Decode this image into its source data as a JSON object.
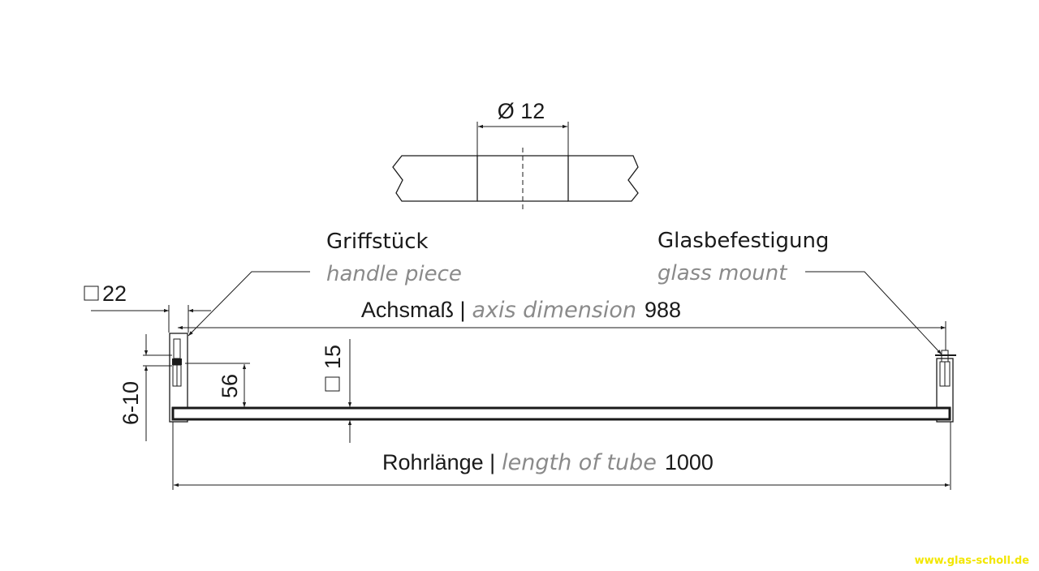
{
  "hole": {
    "label": "Ø 12"
  },
  "handle": {
    "label_de": "Griffstück",
    "label_en": "handle piece"
  },
  "mount": {
    "label_de": "Glasbefestigung",
    "label_en": "glass mount"
  },
  "square_handle": {
    "label": "22"
  },
  "square_tube": {
    "label": "15"
  },
  "dims": {
    "axis": {
      "de": "Achsmaß |",
      "en": "axis dimension",
      "value": "988"
    },
    "tube": {
      "de": "Rohrlänge |",
      "en": "length of tube",
      "value": "1000"
    },
    "height": "56",
    "glass_thickness": "6-10"
  },
  "watermark": "www.glas-scholl.de",
  "colors": {
    "glass_top": "#b8dff0",
    "glass_bottom": "#eaf6fb",
    "watermark": "#f2e600"
  }
}
